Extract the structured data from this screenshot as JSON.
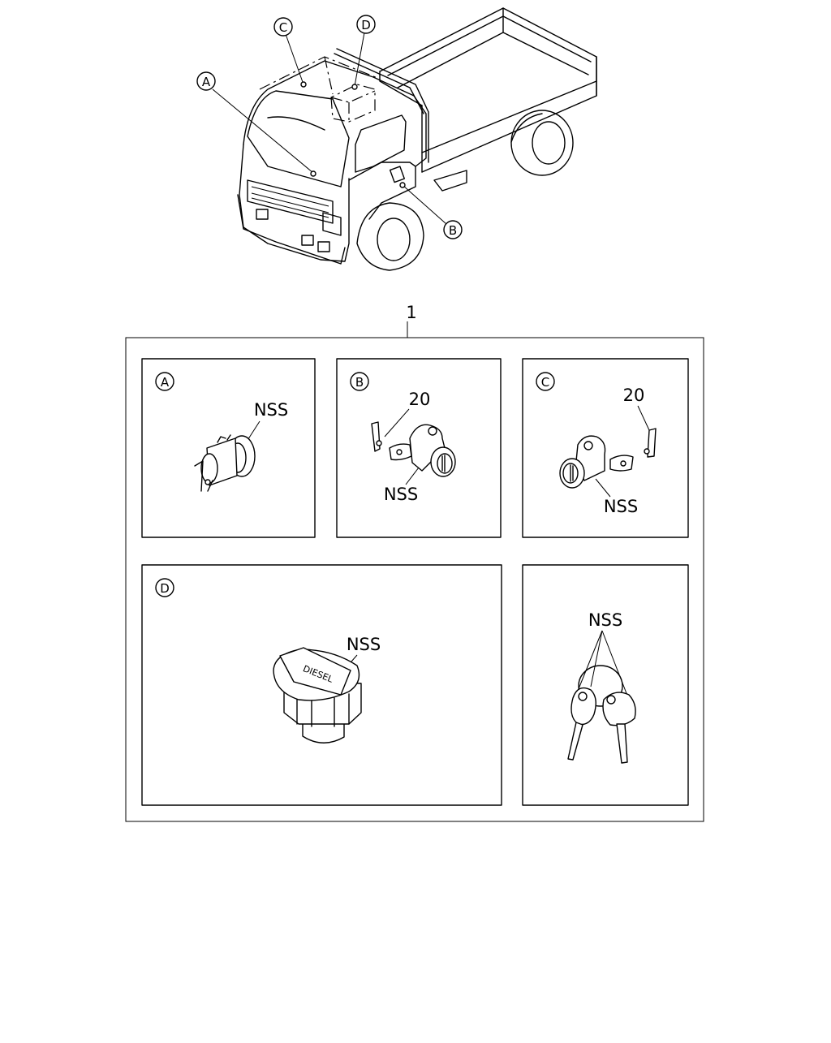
{
  "callouts": {
    "truck": {
      "a": "A",
      "b": "B",
      "c": "C",
      "d": "D"
    },
    "assembly_number": "1"
  },
  "panels": {
    "a": {
      "letter": "A",
      "part_label": "NSS"
    },
    "b": {
      "letter": "B",
      "part_number": "20",
      "part_label": "NSS"
    },
    "c": {
      "letter": "C",
      "part_number": "20",
      "part_label": "NSS"
    },
    "d": {
      "letter": "D",
      "part_label": "NSS",
      "cap_text": "DIESEL"
    },
    "keys": {
      "part_label": "NSS"
    }
  }
}
